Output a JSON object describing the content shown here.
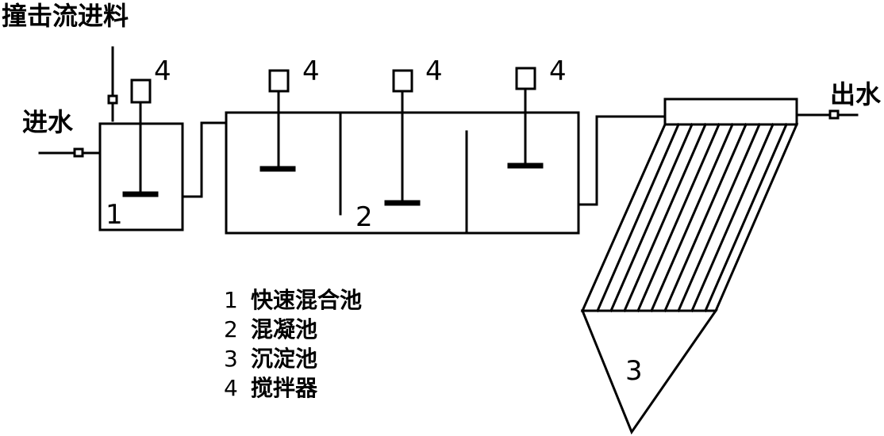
{
  "labels": {
    "impinging_feed": "撞击流进料",
    "inlet": "进水",
    "outlet": "出水"
  },
  "numbers": {
    "tank1": "1",
    "tank2": "2",
    "tank3": "3",
    "stirrer": "4"
  },
  "legend": [
    {
      "num": "1",
      "text": "快速混合池"
    },
    {
      "num": "2",
      "text": "混凝池"
    },
    {
      "num": "3",
      "text": "沉淀池"
    },
    {
      "num": "4",
      "text": "搅拌器"
    }
  ],
  "colors": {
    "line": "#000000",
    "background": "#ffffff"
  }
}
